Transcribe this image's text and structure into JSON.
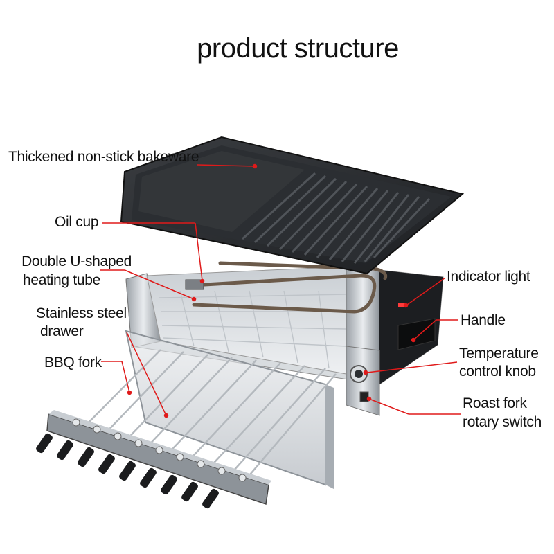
{
  "title": "product structure",
  "labels": {
    "bakeware": "Thickened non-stick bakeware",
    "oil_cup": "Oil cup",
    "heating_tube_line1": "Double U-shaped",
    "heating_tube_line2": "heating tube",
    "drawer_line1": "Stainless steel",
    "drawer_line2": "drawer",
    "bbq_fork": "BBQ fork",
    "indicator_light": "Indicator light",
    "handle": "Handle",
    "temp_knob_line1": "Temperature",
    "temp_knob_line2": "control knob",
    "roast_switch_line1": "Roast fork",
    "roast_switch_line2": "rotary switch"
  },
  "colors": {
    "leader_line": "#e01a1a",
    "text": "#111111",
    "background": "#ffffff"
  }
}
